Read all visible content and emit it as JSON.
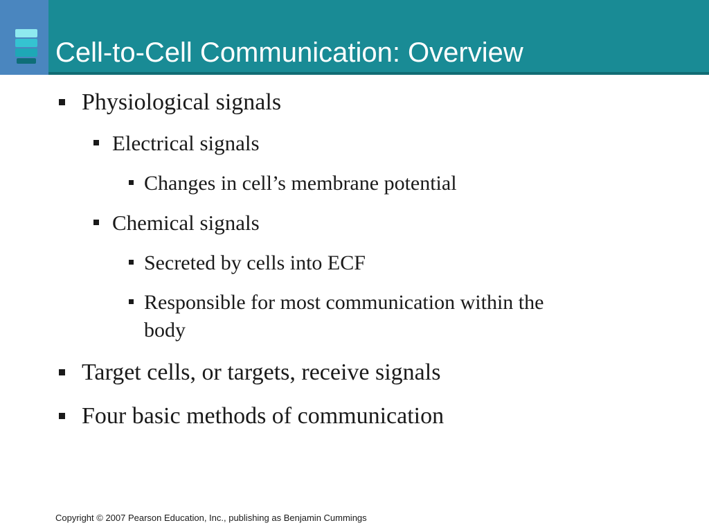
{
  "slide": {
    "title": "Cell-to-Cell Communication: Overview",
    "bullets": [
      {
        "level": 1,
        "text": "Physiological signals"
      },
      {
        "level": 2,
        "text": "Electrical signals"
      },
      {
        "level": 3,
        "text": "Changes in cell’s membrane potential"
      },
      {
        "level": 2,
        "text": "Chemical signals"
      },
      {
        "level": 3,
        "text": "Secreted by cells into ECF"
      },
      {
        "level": 3,
        "text": "Responsible for most communication within the",
        "continuation": "body"
      },
      {
        "level": 1,
        "text": "Target cells, or targets, receive signals"
      },
      {
        "level": 1,
        "text": "Four basic methods of communication"
      }
    ],
    "footer": "Copyright © 2007 Pearson Education, Inc., publishing as Benjamin Cummings"
  },
  "colors": {
    "header_teal": "#198b95",
    "header_block_blue": "#4a86bf",
    "title_text": "#ffffff",
    "body_text": "#1a1a1a"
  },
  "icons": {
    "logo": "stacked-bars-logo-icon",
    "bullet": "square-bullet-icon"
  }
}
